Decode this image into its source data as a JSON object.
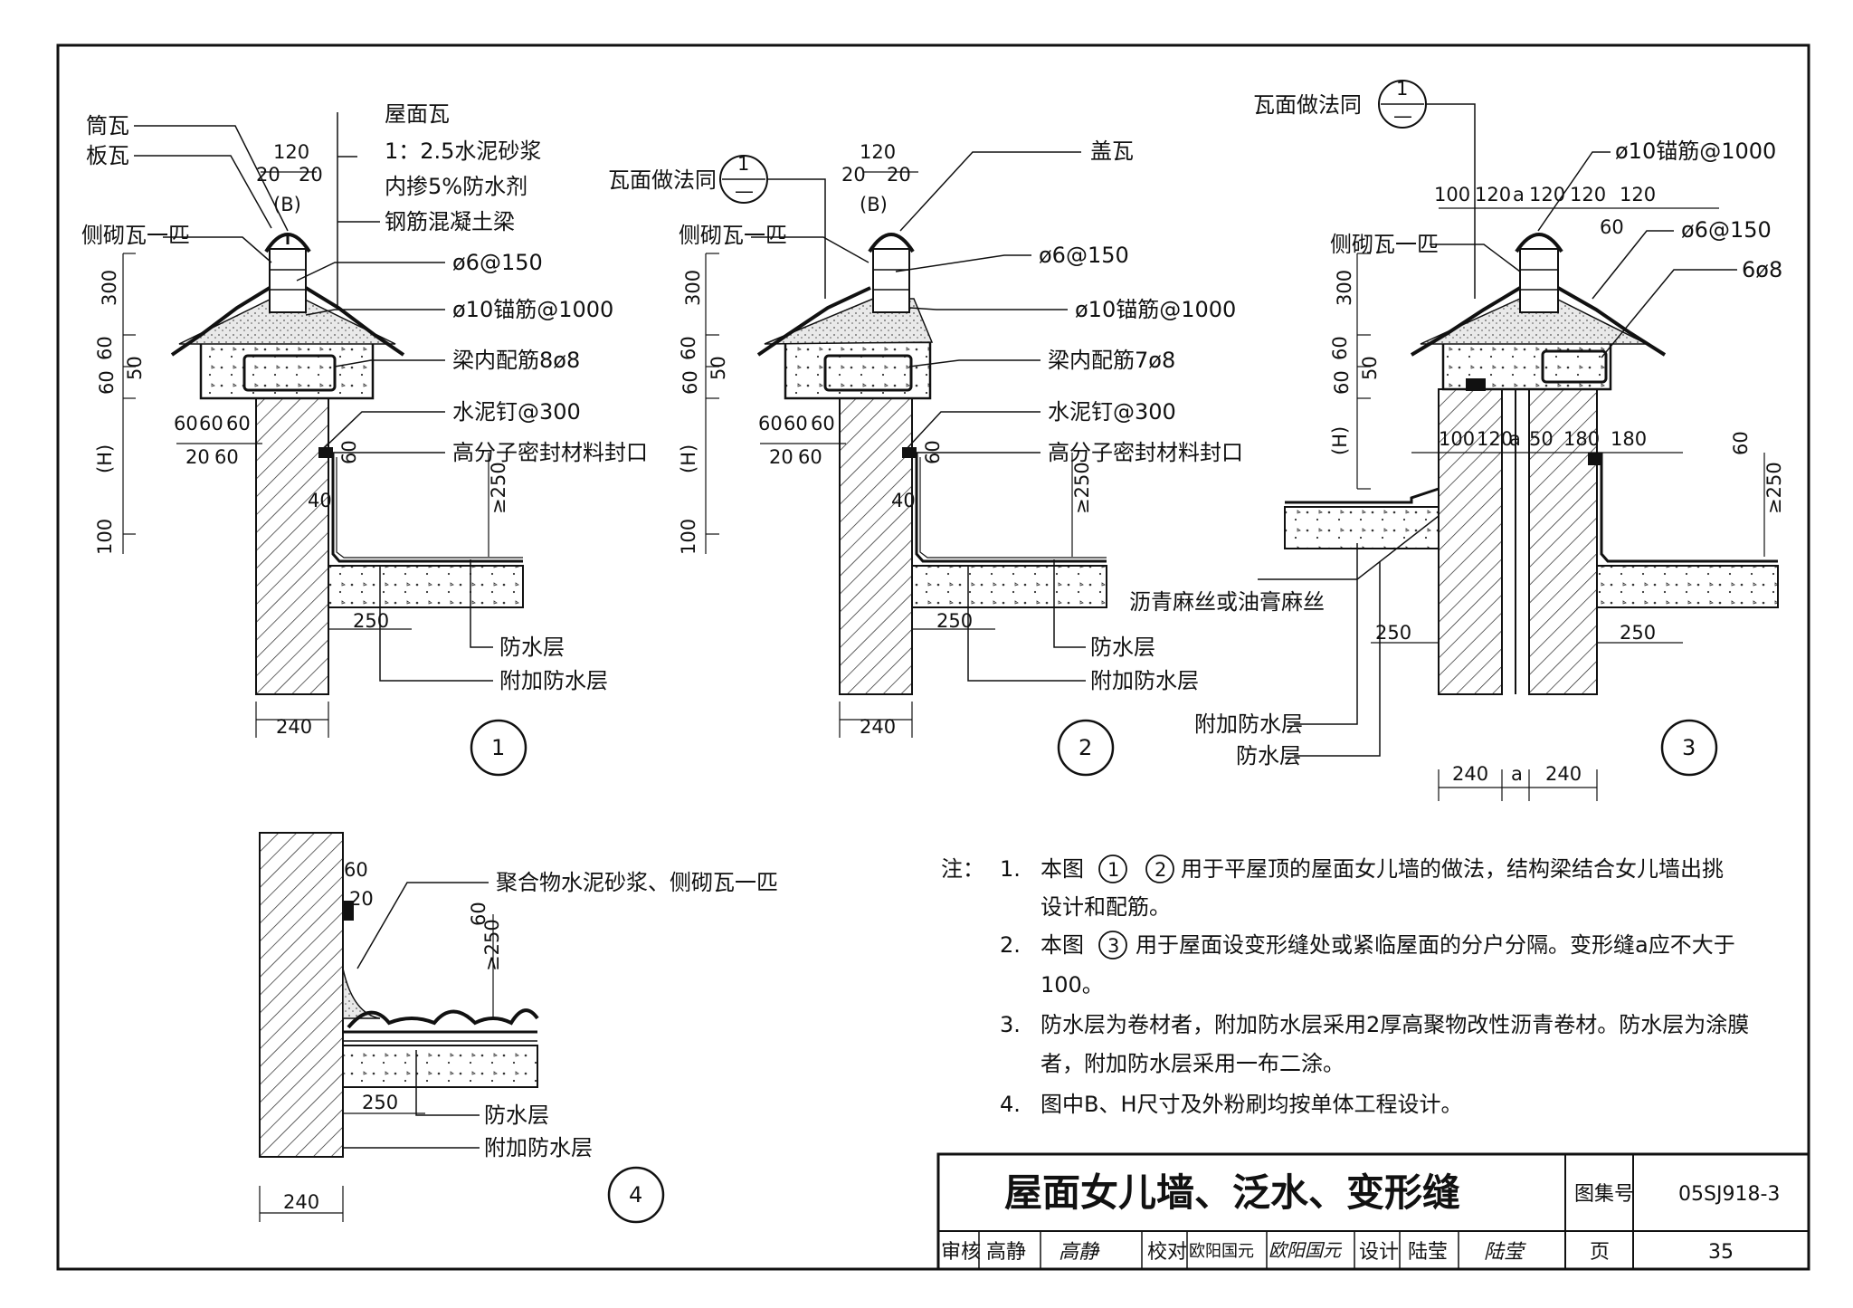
{
  "sheet": {
    "title": "屋面女儿墙、泛水、变形缝",
    "atlas_label": "图集号",
    "atlas_number": "05SJ918-3",
    "page_label": "页",
    "page_number": "35",
    "review_label": "审核",
    "reviewer": "高静",
    "reviewer_sign": "高静",
    "check_label": "校对",
    "checker": "欧阳国元",
    "checker_sign": "欧阳国元",
    "design_label": "设计",
    "designer": "陆莹",
    "designer_sign": "陆莹"
  },
  "detail1": {
    "number": "1",
    "labels": {
      "tong_wa": "筒瓦",
      "ban_wa": "板瓦",
      "wumian_wa": "屋面瓦",
      "mortar": "1：2.5水泥砂浆",
      "waterproof_agent": "内掺5%防水剂",
      "rc_beam": "钢筋混凝土梁",
      "side_tile": "侧砌瓦一匹",
      "stirrup": "ø6@150",
      "anchor": "ø10锚筋@1000",
      "beam_bars": "梁内配筋8ø8",
      "nail": "水泥钉@300",
      "sealant": "高分子密封材料封口",
      "waterproof": "防水层",
      "extra_waterproof": "附加防水层"
    },
    "dims": {
      "top": "120",
      "d20a": "20",
      "d20b": "20",
      "b": "(B)",
      "v300": "300",
      "v60a": "60",
      "v50": "50",
      "v60b": "60",
      "vH": "(H)",
      "v100": "100",
      "h60a": "60",
      "h60b": "60",
      "h60c": "60",
      "h20": "20",
      "h60d": "60",
      "s60": "60",
      "s40": "40",
      "ge250": "≥250",
      "d250": "250",
      "d240": "240"
    }
  },
  "detail2": {
    "number": "2",
    "labels": {
      "tile_ref": "瓦面做法同",
      "ref_num": "1",
      "ref_sheet": "—",
      "cap_tile": "盖瓦",
      "side_tile": "侧砌瓦一匹",
      "stirrup": "ø6@150",
      "anchor": "ø10锚筋@1000",
      "beam_bars": "梁内配筋7ø8",
      "nail": "水泥钉@300",
      "sealant": "高分子密封材料封口",
      "waterproof": "防水层",
      "extra_waterproof": "附加防水层"
    },
    "dims": {
      "top": "120",
      "d20a": "20",
      "d20b": "20",
      "b": "(B)",
      "v300": "300",
      "v60a": "60",
      "v50": "50",
      "v60b": "60",
      "vH": "(H)",
      "v100": "100",
      "h60a": "60",
      "h60b": "60",
      "h60c": "60",
      "h20": "20",
      "h60d": "60",
      "s60": "60",
      "s40": "40",
      "ge250": "≥250",
      "d250": "250",
      "d240": "240"
    }
  },
  "detail3": {
    "number": "3",
    "labels": {
      "tile_ref": "瓦面做法同",
      "ref_num": "1",
      "ref_sheet": "—",
      "anchor": "ø10锚筋@1000",
      "stirrup": "ø6@150",
      "bars": "6ø8",
      "side_tile": "侧砌瓦一匹",
      "hemp": "沥青麻丝或油膏麻丝",
      "extra_waterproof": "附加防水层",
      "waterproof": "防水层"
    },
    "dims": {
      "t100": "100",
      "t120a": "120",
      "ta": "a",
      "t120b": "120",
      "t120c": "120",
      "t120d": "120",
      "t60": "60",
      "m100": "100",
      "m120": "120",
      "ma": "a",
      "m50": "50",
      "m180a": "180",
      "m180b": "180",
      "v300": "300",
      "v60a": "60",
      "v50": "50",
      "v60b": "60",
      "vH": "(H)",
      "r60": "60",
      "ge250": "≥250",
      "d250a": "250",
      "d250b": "250",
      "b240a": "240",
      "ba": "a",
      "b240b": "240"
    }
  },
  "detail4": {
    "number": "4",
    "labels": {
      "mortar": "聚合物水泥砂浆、侧砌瓦一匹",
      "waterproof": "防水层",
      "extra_waterproof": "附加防水层"
    },
    "dims": {
      "d60": "60",
      "d20": "20",
      "s60": "60",
      "ge250": "≥250",
      "d250": "250",
      "d240": "240"
    }
  },
  "notes": {
    "prefix": "注：",
    "n1_num": "1.",
    "n1_a": "本图",
    "n1_c1": "1",
    "n1_c2": "2",
    "n1_b": "用于平屋顶的屋面女儿墙的做法，结构梁结合女儿墙出挑",
    "n1_c": "设计和配筋。",
    "n2_num": "2.",
    "n2_a": "本图",
    "n2_c3": "3",
    "n2_b": "用于屋面设变形缝处或紧临屋面的分户分隔。变形缝a应不大于",
    "n2_c": "100。",
    "n3_num": "3.",
    "n3_a": "防水层为卷材者，附加防水层采用2厚高聚物改性沥青卷材。防水层为涂膜",
    "n3_b": "者，附加防水层采用一布二涂。",
    "n4_num": "4.",
    "n4_a": "图中B、H尺寸及外粉刷均按单体工程设计。"
  }
}
